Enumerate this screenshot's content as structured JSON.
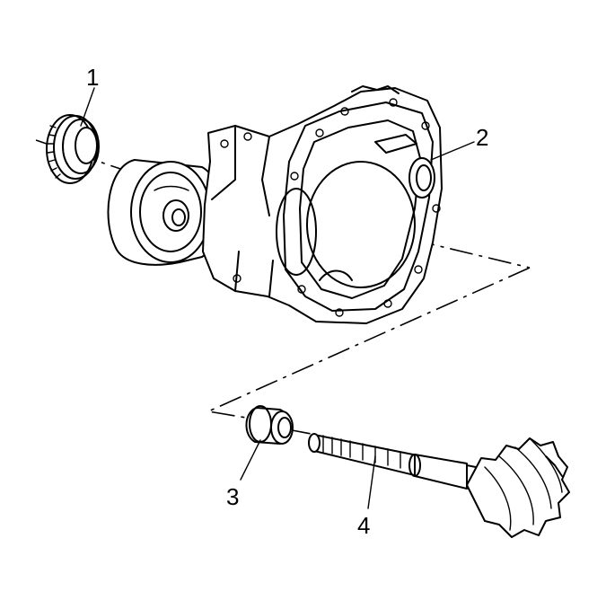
{
  "callouts": [
    {
      "id": "1",
      "label": "1"
    },
    {
      "id": "2",
      "label": "2"
    },
    {
      "id": "3",
      "label": "3"
    },
    {
      "id": "4",
      "label": "4"
    }
  ],
  "colors": {
    "stroke": "#000000",
    "background": "#ffffff"
  }
}
